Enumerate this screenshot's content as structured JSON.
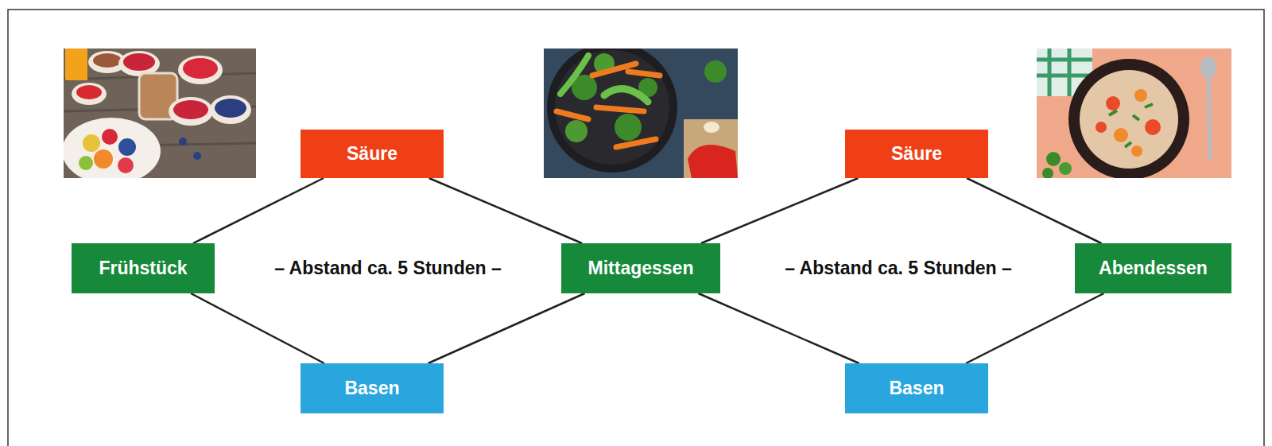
{
  "diagram": {
    "nodes": [
      {
        "text": [
          "Frühstück"
        ]
      },
      {
        "text": [
          "Säure"
        ]
      },
      {
        "text": [
          "Basen"
        ]
      },
      {
        "text": [
          "Mittagessen"
        ]
      },
      {
        "text": [
          "Säure"
        ]
      },
      {
        "text": [
          "Basen"
        ]
      },
      {
        "text": [
          "Abendessen"
        ]
      }
    ],
    "edges": [
      {
        "from": 0,
        "to": 1,
        "arrow": "none"
      },
      {
        "from": 0,
        "to": 2,
        "arrow": "none"
      },
      {
        "from": 1,
        "to": 3,
        "arrow": "none"
      },
      {
        "from": 2,
        "to": 3,
        "arrow": "none"
      },
      {
        "from": 3,
        "to": 4,
        "arrow": "none"
      },
      {
        "from": 3,
        "to": 5,
        "arrow": "none"
      },
      {
        "from": 4,
        "to": 6,
        "arrow": "none"
      },
      {
        "from": 5,
        "to": 6,
        "arrow": "none"
      }
    ],
    "labels": [
      "– Abstand ca. 5 Stunden –",
      "– Abstand ca. 5 Stunden –"
    ]
  }
}
